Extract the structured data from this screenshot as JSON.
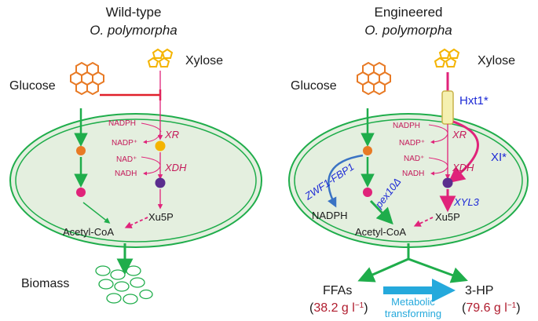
{
  "panels": {
    "wild": {
      "title_line1": "Wild-type",
      "title_line2": "O. polymorpha",
      "glucose": "Glucose",
      "xylose": "Xylose",
      "cofactors": {
        "nadph": "NADPH",
        "nadp": "NADP⁺",
        "nad": "NAD⁺",
        "nadh": "NADH"
      },
      "enzymes": {
        "xr": "XR",
        "xdh": "XDH"
      },
      "xu5p": "Xu5P",
      "acetyl": "Acetyl-CoA",
      "biomass": "Biomass"
    },
    "engineered": {
      "title_line1": "Engineered",
      "title_line2": "O. polymorpha",
      "glucose": "Glucose",
      "xylose": "Xylose",
      "transporter": "Hxt1*",
      "xi": "XI*",
      "cofactors": {
        "nadph": "NADPH",
        "nadp": "NADP⁺",
        "nad": "NAD⁺",
        "nadh": "NADH"
      },
      "enzymes": {
        "xr": "XR",
        "xdh": "XDH",
        "xyl3": "XYL3",
        "zwf": "ZWF1-FBP1",
        "pex": "pex10Δ"
      },
      "nadph_out": "NADPH",
      "xu5p": "Xu5P",
      "acetyl": "Acetyl-CoA",
      "ffas": "FFAs",
      "hp": "3-HP",
      "ffas_titer": "38.2 g l",
      "hp_titer": "79.6 g l",
      "metabolic_line1": "Metabolic",
      "metabolic_line2": "transforming"
    }
  },
  "colors": {
    "green": "#1fad4b",
    "cell_fill": "#e4efdf",
    "red": "#e0202a",
    "magenta": "#e0237a",
    "orange": "#e87a25",
    "yellow": "#f4b400",
    "purple": "#5b2d8e",
    "blue": "#3a73c4",
    "cyan": "#25a9dc"
  }
}
